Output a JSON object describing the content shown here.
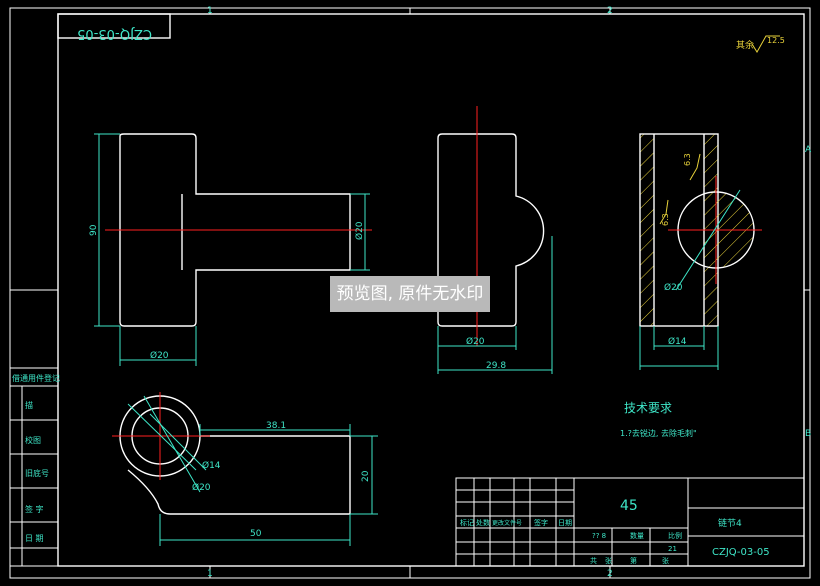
{
  "title_block": {
    "drawing_no_mirrored": "CZJQ-03-05",
    "drawing_no": "CZJQ-03-05",
    "part_name": "链节4",
    "material": "45",
    "row_labels": [
      "标记",
      "处数",
      "更改文件号",
      "签字",
      "日期"
    ],
    "cell_a": "?? 8",
    "cell_b": "数量",
    "cell_c": "比例",
    "cell_d": "21",
    "cell_e": "共",
    "cell_f": "张",
    "cell_g": "第",
    "cell_h": "张"
  },
  "side_block": {
    "items": [
      "借通用件登记",
      "描",
      "校图",
      "旧底号",
      "签 字",
      "日 期"
    ]
  },
  "roughness": {
    "label": "其余",
    "value": "12.5"
  },
  "tech_requirements": {
    "heading": "技术要求",
    "line1": "1.?去锐边, 去除毛刺\""
  },
  "frame_marks": {
    "top": [
      "1",
      "2"
    ],
    "bottom": [
      "1",
      "2"
    ],
    "right": [
      "A",
      "B"
    ]
  },
  "dimensions": {
    "front_height": "90",
    "front_shaft": "Ø20",
    "front_bottom": "Ø20",
    "side_bottom": "Ø20",
    "side_width": "29.8",
    "section_bottom": "Ø14",
    "section_circle": "Ø20",
    "section_r1": "6.3",
    "section_r2": "6.3",
    "top_length": "38.1",
    "top_height": "20",
    "top_ring_inner": "Ø14",
    "top_ring_outer": "Ø20",
    "top_total": "50"
  },
  "watermark": "预览图, 原件无水印"
}
